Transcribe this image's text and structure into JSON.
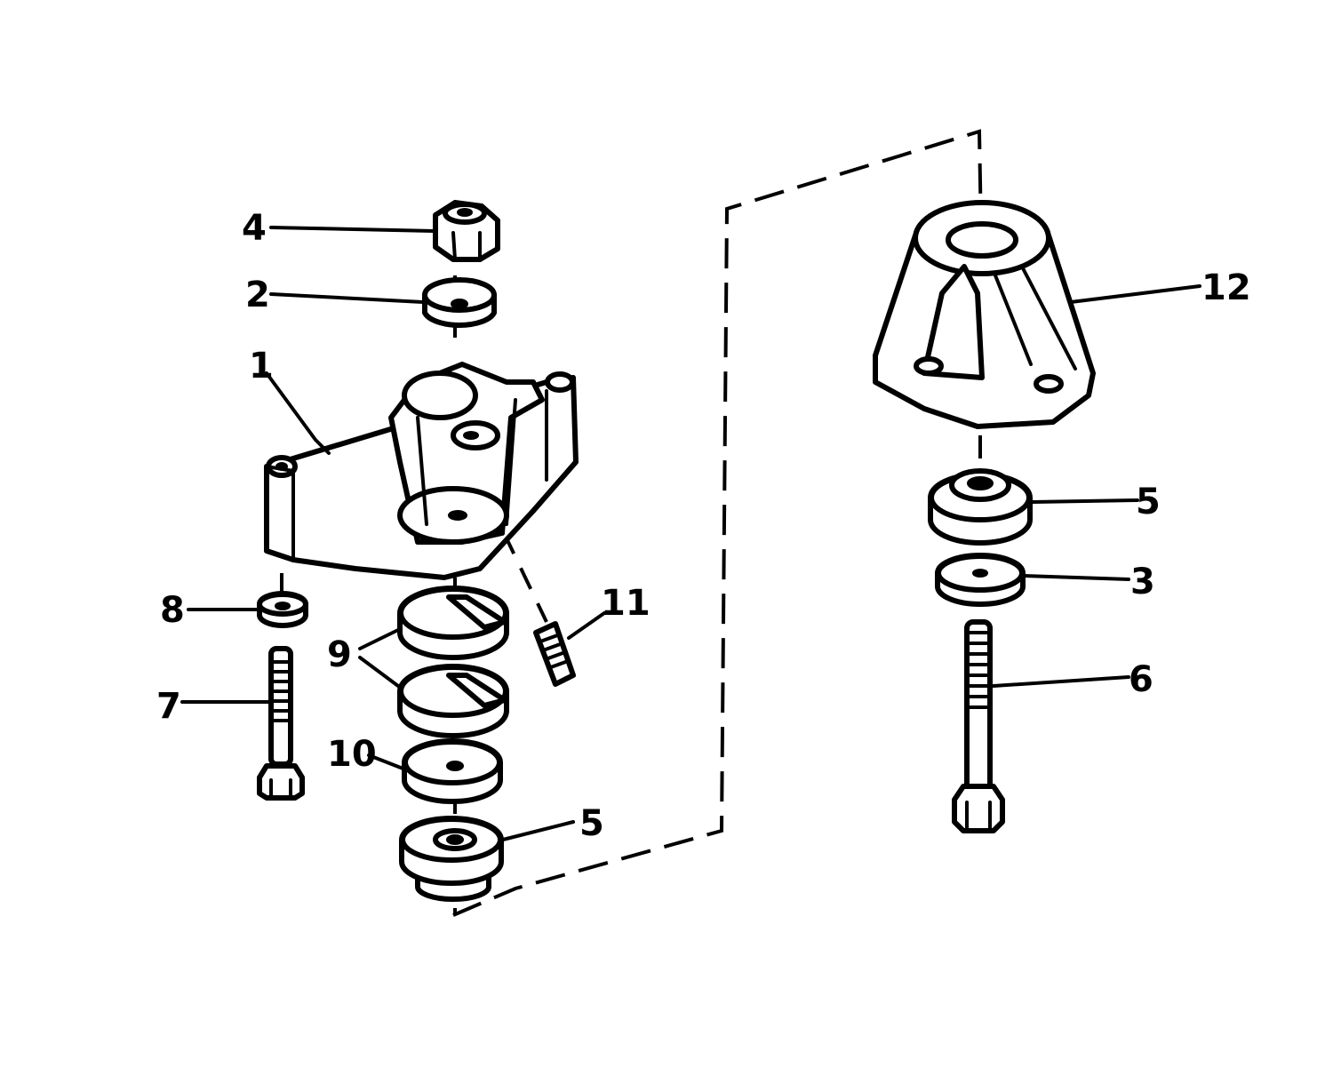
{
  "callouts": {
    "c1": "1",
    "c2": "2",
    "c3": "3",
    "c4": "4",
    "c5a": "5",
    "c5b": "5",
    "c6": "6",
    "c7": "7",
    "c8": "8",
    "c9": "9",
    "c10": "10",
    "c11": "11",
    "c12": "12"
  },
  "colors": {
    "ink": "#000000",
    "paper": "#ffffff"
  }
}
